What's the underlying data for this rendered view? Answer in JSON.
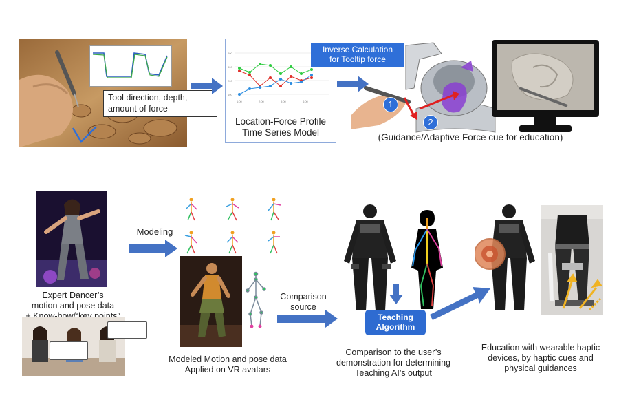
{
  "top": {
    "callout_tool": [
      "Tool direction, depth,",
      "amount of force"
    ],
    "model_caption": [
      "Location-Force Profile",
      "Time Series Model"
    ],
    "inverse_box": [
      "Inverse Calculation",
      "for Tooltip force"
    ],
    "step_1": "1",
    "step_2": "2",
    "guidance_caption": "(Guidance/Adaptive Force cue for education)"
  },
  "bottom": {
    "expert_caption": [
      "Expert Dancer’s",
      "motion and pose data",
      "+ Know-how/“key points”"
    ],
    "modeling_label": "Modeling",
    "modeled_caption": [
      "Modeled Motion and pose data",
      "Applied on VR avatars"
    ],
    "comparison_source": [
      "Comparison",
      "source"
    ],
    "teaching_algorithm": [
      "Teaching",
      "Algorithm"
    ],
    "comparison_caption": [
      "Comparison to the user’s",
      "demonstration for determining",
      "Teaching AI’s output"
    ],
    "education_caption": [
      "Education with wearable haptic",
      "devices, by haptic cues and",
      "physical guidances"
    ]
  },
  "colors": {
    "arrow": "#4472c4",
    "box_blue": "#2f6fd8",
    "accent_red": "#e02020",
    "accent_purple": "#8a3fd1"
  }
}
